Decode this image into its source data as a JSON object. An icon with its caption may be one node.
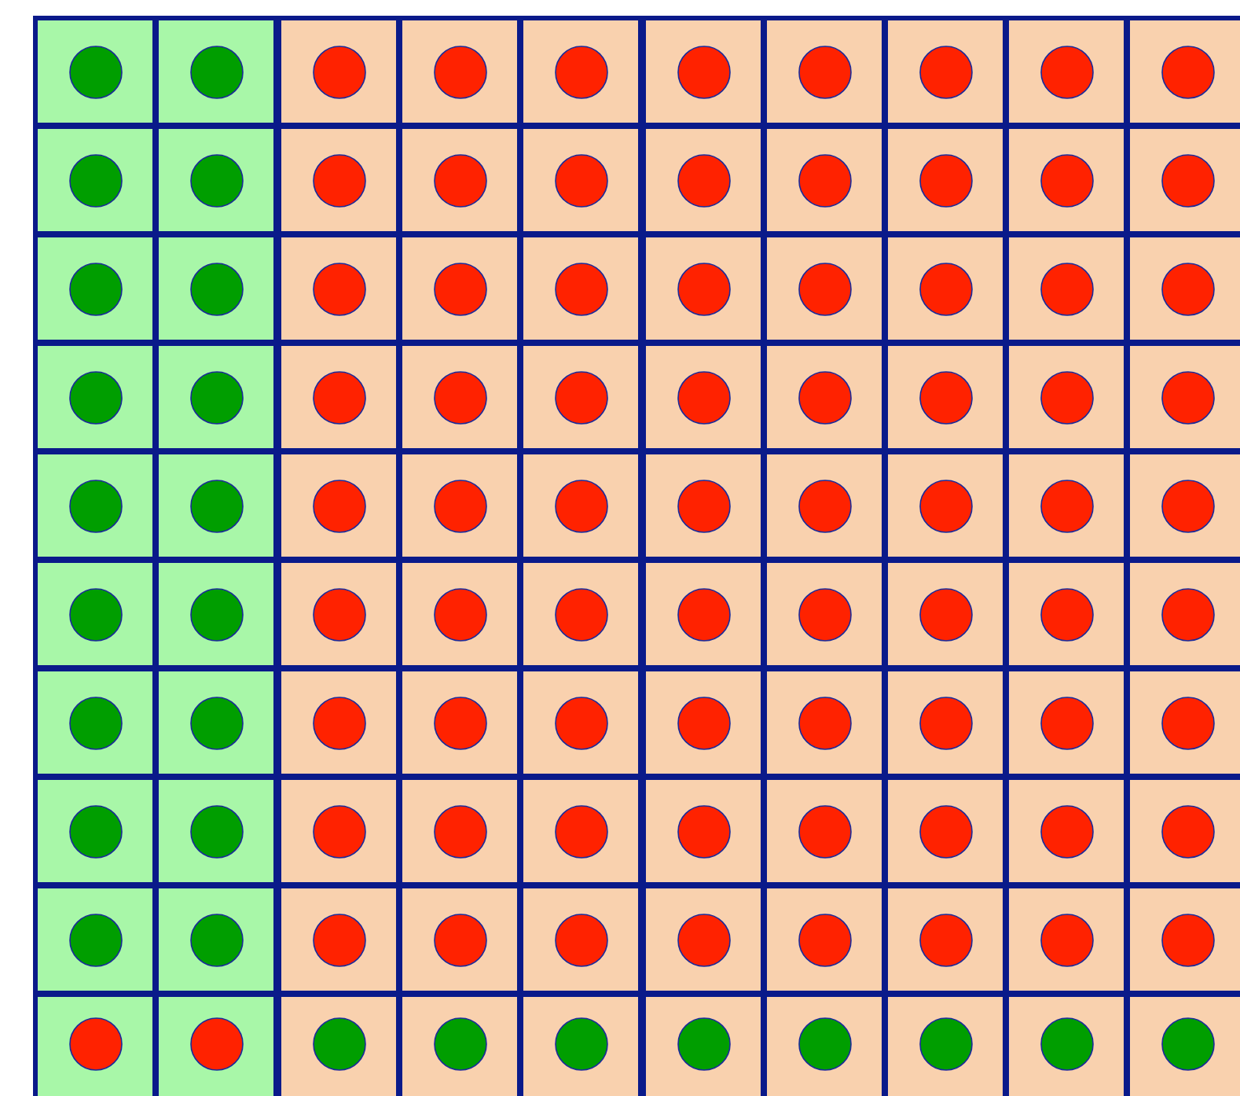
{
  "diagram": {
    "nodes": [
      {
        "text": [],
        "shape": "box"
      },
      {
        "text": [],
        "shape": "circle",
        "in": 0
      },
      {
        "text": [],
        "shape": "box"
      },
      {
        "text": [],
        "shape": "circle",
        "in": 2
      },
      {
        "text": [],
        "shape": "box"
      },
      {
        "text": [],
        "shape": "circle",
        "in": 4
      },
      {
        "text": [],
        "shape": "box"
      },
      {
        "text": [],
        "shape": "circle",
        "in": 6
      },
      {
        "text": [],
        "shape": "box"
      },
      {
        "text": [],
        "shape": "circle",
        "in": 8
      },
      {
        "text": [],
        "shape": "box"
      },
      {
        "text": [],
        "shape": "circle",
        "in": 10
      },
      {
        "text": [],
        "shape": "box"
      },
      {
        "text": [],
        "shape": "circle",
        "in": 12
      },
      {
        "text": [],
        "shape": "box"
      },
      {
        "text": [],
        "shape": "circle",
        "in": 14
      },
      {
        "text": [],
        "shape": "box"
      },
      {
        "text": [],
        "shape": "circle",
        "in": 16
      },
      {
        "text": [],
        "shape": "box"
      },
      {
        "text": [],
        "shape": "circle",
        "in": 18
      },
      {
        "text": [],
        "shape": "box"
      },
      {
        "text": [],
        "shape": "circle",
        "in": 20
      },
      {
        "text": [],
        "shape": "box"
      },
      {
        "text": [],
        "shape": "circle",
        "in": 22
      },
      {
        "text": [],
        "shape": "box"
      },
      {
        "text": [],
        "shape": "circle",
        "in": 24
      },
      {
        "text": [],
        "shape": "box"
      },
      {
        "text": [],
        "shape": "circle",
        "in": 26
      },
      {
        "text": [],
        "shape": "box"
      },
      {
        "text": [],
        "shape": "circle",
        "in": 28
      },
      {
        "text": [],
        "shape": "box"
      },
      {
        "text": [],
        "shape": "circle",
        "in": 30
      },
      {
        "text": [],
        "shape": "box"
      },
      {
        "text": [],
        "shape": "circle",
        "in": 32
      },
      {
        "text": [],
        "shape": "box"
      },
      {
        "text": [],
        "shape": "circle",
        "in": 34
      },
      {
        "text": [],
        "shape": "box"
      },
      {
        "text": [],
        "shape": "circle",
        "in": 36
      },
      {
        "text": [],
        "shape": "box"
      },
      {
        "text": [],
        "shape": "circle",
        "in": 38
      },
      {
        "text": [],
        "shape": "box"
      },
      {
        "text": [],
        "shape": "circle",
        "in": 40
      },
      {
        "text": [],
        "shape": "box"
      },
      {
        "text": [],
        "shape": "circle",
        "in": 42
      },
      {
        "text": [],
        "shape": "box"
      },
      {
        "text": [],
        "shape": "circle",
        "in": 44
      },
      {
        "text": [],
        "shape": "box"
      },
      {
        "text": [],
        "shape": "circle",
        "in": 46
      },
      {
        "text": [],
        "shape": "box"
      },
      {
        "text": [],
        "shape": "circle",
        "in": 48
      },
      {
        "text": [],
        "shape": "box"
      },
      {
        "text": [],
        "shape": "circle",
        "in": 50
      },
      {
        "text": [],
        "shape": "box"
      },
      {
        "text": [],
        "shape": "circle",
        "in": 52
      },
      {
        "text": [],
        "shape": "box"
      },
      {
        "text": [],
        "shape": "circle",
        "in": 54
      },
      {
        "text": [],
        "shape": "box"
      },
      {
        "text": [],
        "shape": "circle",
        "in": 56
      },
      {
        "text": [],
        "shape": "box"
      },
      {
        "text": [],
        "shape": "circle",
        "in": 58
      },
      {
        "text": [],
        "shape": "box"
      },
      {
        "text": [],
        "shape": "circle",
        "in": 60
      },
      {
        "text": [],
        "shape": "box"
      },
      {
        "text": [],
        "shape": "circle",
        "in": 62
      },
      {
        "text": [],
        "shape": "box"
      },
      {
        "text": [],
        "shape": "circle",
        "in": 64
      },
      {
        "text": [],
        "shape": "box"
      },
      {
        "text": [],
        "shape": "circle",
        "in": 66
      },
      {
        "text": [],
        "shape": "box"
      },
      {
        "text": [],
        "shape": "circle",
        "in": 68
      },
      {
        "text": [],
        "shape": "box"
      },
      {
        "text": [],
        "shape": "circle",
        "in": 70
      },
      {
        "text": [],
        "shape": "box"
      },
      {
        "text": [],
        "shape": "circle",
        "in": 72
      },
      {
        "text": [],
        "shape": "box"
      },
      {
        "text": [],
        "shape": "circle",
        "in": 74
      },
      {
        "text": [],
        "shape": "box"
      },
      {
        "text": [],
        "shape": "circle",
        "in": 76
      },
      {
        "text": [],
        "shape": "box"
      },
      {
        "text": [],
        "shape": "circle",
        "in": 78
      },
      {
        "text": [],
        "shape": "box"
      },
      {
        "text": [],
        "shape": "circle",
        "in": 80
      },
      {
        "text": [],
        "shape": "box"
      },
      {
        "text": [],
        "shape": "circle",
        "in": 82
      },
      {
        "text": [],
        "shape": "box"
      },
      {
        "text": [],
        "shape": "circle",
        "in": 84
      },
      {
        "text": [],
        "shape": "box"
      },
      {
        "text": [],
        "shape": "circle",
        "in": 86
      },
      {
        "text": [],
        "shape": "box"
      },
      {
        "text": [],
        "shape": "circle",
        "in": 88
      },
      {
        "text": [],
        "shape": "box"
      },
      {
        "text": [],
        "shape": "circle",
        "in": 90
      },
      {
        "text": [],
        "shape": "box"
      },
      {
        "text": [],
        "shape": "circle",
        "in": 92
      },
      {
        "text": [],
        "shape": "box"
      },
      {
        "text": [],
        "shape": "circle",
        "in": 94
      },
      {
        "text": [],
        "shape": "box"
      },
      {
        "text": [],
        "shape": "circle",
        "in": 96
      },
      {
        "text": [],
        "shape": "box"
      },
      {
        "text": [],
        "shape": "circle",
        "in": 98
      },
      {
        "text": [],
        "shape": "box"
      },
      {
        "text": [],
        "shape": "circle",
        "in": 100
      },
      {
        "text": [],
        "shape": "box"
      },
      {
        "text": [],
        "shape": "circle",
        "in": 102
      },
      {
        "text": [],
        "shape": "box"
      },
      {
        "text": [],
        "shape": "circle",
        "in": 104
      },
      {
        "text": [],
        "shape": "box"
      },
      {
        "text": [],
        "shape": "circle",
        "in": 106
      },
      {
        "text": [],
        "shape": "box"
      },
      {
        "text": [],
        "shape": "circle",
        "in": 108
      },
      {
        "text": [],
        "shape": "box"
      },
      {
        "text": [],
        "shape": "circle",
        "in": 110
      },
      {
        "text": [],
        "shape": "box"
      },
      {
        "text": [],
        "shape": "circle",
        "in": 112
      },
      {
        "text": [],
        "shape": "box"
      },
      {
        "text": [],
        "shape": "circle",
        "in": 114
      },
      {
        "text": [],
        "shape": "box"
      },
      {
        "text": [],
        "shape": "circle",
        "in": 116
      },
      {
        "text": [],
        "shape": "box"
      },
      {
        "text": [],
        "shape": "circle",
        "in": 118
      },
      {
        "text": [],
        "shape": "box"
      },
      {
        "text": [],
        "shape": "circle",
        "in": 120
      },
      {
        "text": [],
        "shape": "box"
      },
      {
        "text": [],
        "shape": "circle",
        "in": 122
      },
      {
        "text": [],
        "shape": "box"
      },
      {
        "text": [],
        "shape": "circle",
        "in": 124
      },
      {
        "text": [],
        "shape": "box"
      },
      {
        "text": [],
        "shape": "circle",
        "in": 126
      },
      {
        "text": [],
        "shape": "box"
      },
      {
        "text": [],
        "shape": "circle",
        "in": 128
      },
      {
        "text": [],
        "shape": "box"
      },
      {
        "text": [],
        "shape": "circle",
        "in": 130
      },
      {
        "text": [],
        "shape": "box"
      },
      {
        "text": [],
        "shape": "circle",
        "in": 132
      },
      {
        "text": [],
        "shape": "box"
      },
      {
        "text": [],
        "shape": "circle",
        "in": 134
      },
      {
        "text": [],
        "shape": "box"
      },
      {
        "text": [],
        "shape": "circle",
        "in": 136
      },
      {
        "text": [],
        "shape": "box"
      },
      {
        "text": [],
        "shape": "circle",
        "in": 138
      },
      {
        "text": [],
        "shape": "box"
      },
      {
        "text": [],
        "shape": "circle",
        "in": 140
      },
      {
        "text": [],
        "shape": "box"
      },
      {
        "text": [],
        "shape": "circle",
        "in": 142
      },
      {
        "text": [],
        "shape": "box"
      },
      {
        "text": [],
        "shape": "circle",
        "in": 144
      },
      {
        "text": [],
        "shape": "box"
      },
      {
        "text": [],
        "shape": "circle",
        "in": 146
      },
      {
        "text": [],
        "shape": "box"
      },
      {
        "text": [],
        "shape": "circle",
        "in": 148
      },
      {
        "text": [],
        "shape": "box"
      },
      {
        "text": [],
        "shape": "circle",
        "in": 150
      },
      {
        "text": [],
        "shape": "box"
      },
      {
        "text": [],
        "shape": "circle",
        "in": 152
      },
      {
        "text": [],
        "shape": "box"
      },
      {
        "text": [],
        "shape": "circle",
        "in": 154
      },
      {
        "text": [],
        "shape": "box"
      },
      {
        "text": [],
        "shape": "circle",
        "in": 156
      },
      {
        "text": [],
        "shape": "box"
      },
      {
        "text": [],
        "shape": "circle",
        "in": 158
      },
      {
        "text": [],
        "shape": "box"
      },
      {
        "text": [],
        "shape": "circle",
        "in": 160
      },
      {
        "text": [],
        "shape": "box"
      },
      {
        "text": [],
        "shape": "circle",
        "in": 162
      },
      {
        "text": [],
        "shape": "box"
      },
      {
        "text": [],
        "shape": "circle",
        "in": 164
      },
      {
        "text": [],
        "shape": "box"
      },
      {
        "text": [],
        "shape": "circle",
        "in": 166
      },
      {
        "text": [],
        "shape": "box"
      },
      {
        "text": [],
        "shape": "circle",
        "in": 168
      },
      {
        "text": [],
        "shape": "box"
      },
      {
        "text": [],
        "shape": "circle",
        "in": 170
      },
      {
        "text": [],
        "shape": "box"
      },
      {
        "text": [],
        "shape": "circle",
        "in": 172
      },
      {
        "text": [],
        "shape": "box"
      },
      {
        "text": [],
        "shape": "circle",
        "in": 174
      },
      {
        "text": [],
        "shape": "box"
      },
      {
        "text": [],
        "shape": "circle",
        "in": 176
      },
      {
        "text": [],
        "shape": "box"
      },
      {
        "text": [],
        "shape": "circle",
        "in": 178
      },
      {
        "text": [],
        "shape": "box"
      },
      {
        "text": [],
        "shape": "circle",
        "in": 180
      },
      {
        "text": [],
        "shape": "box"
      },
      {
        "text": [],
        "shape": "circle",
        "in": 182
      },
      {
        "text": [],
        "shape": "box"
      },
      {
        "text": [],
        "shape": "circle",
        "in": 184
      },
      {
        "text": [],
        "shape": "box"
      },
      {
        "text": [],
        "shape": "circle",
        "in": 186
      },
      {
        "text": [],
        "shape": "box"
      },
      {
        "text": [],
        "shape": "circle",
        "in": 188
      },
      {
        "text": [],
        "shape": "box"
      },
      {
        "text": [],
        "shape": "circle",
        "in": 190
      },
      {
        "text": [],
        "shape": "box"
      },
      {
        "text": [],
        "shape": "circle",
        "in": 192
      },
      {
        "text": [],
        "shape": "box"
      },
      {
        "text": [],
        "shape": "circle",
        "in": 194
      },
      {
        "text": [],
        "shape": "box"
      },
      {
        "text": [],
        "shape": "circle",
        "in": 196
      },
      {
        "text": [],
        "shape": "box"
      },
      {
        "text": [],
        "shape": "circle",
        "in": 198
      }
    ]
  }
}
